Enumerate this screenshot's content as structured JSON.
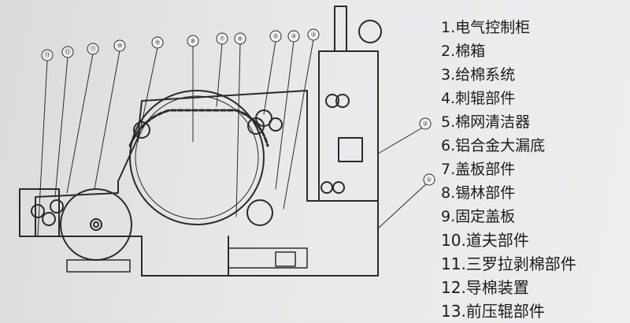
{
  "legend": {
    "items": [
      "1.电气控制柜",
      "2.棉箱",
      "3.给棉系统",
      "4.刺辊部件",
      "5.棉网清洁器",
      "6.铝合金大漏底",
      "7.盖板部件",
      "8.锡林部件",
      "9.固定盖板",
      "10.道夫部件",
      "11.三罗拉剥棉部件",
      "12.导棉装置",
      "13.前压辊部件"
    ]
  },
  "diagram": {
    "callouts": [
      {
        "id": "13",
        "label": "⑬"
      },
      {
        "id": "12",
        "label": "⑫"
      },
      {
        "id": "11",
        "label": "⑪"
      },
      {
        "id": "10",
        "label": "⑩"
      },
      {
        "id": "9",
        "label": "⑨"
      },
      {
        "id": "8",
        "label": "⑧"
      },
      {
        "id": "7",
        "label": "⑦"
      },
      {
        "id": "6",
        "label": "⑥"
      },
      {
        "id": "5",
        "label": "⑤"
      },
      {
        "id": "4",
        "label": "④"
      },
      {
        "id": "3",
        "label": "③"
      },
      {
        "id": "2",
        "label": "②"
      },
      {
        "id": "1",
        "label": "①"
      }
    ]
  }
}
